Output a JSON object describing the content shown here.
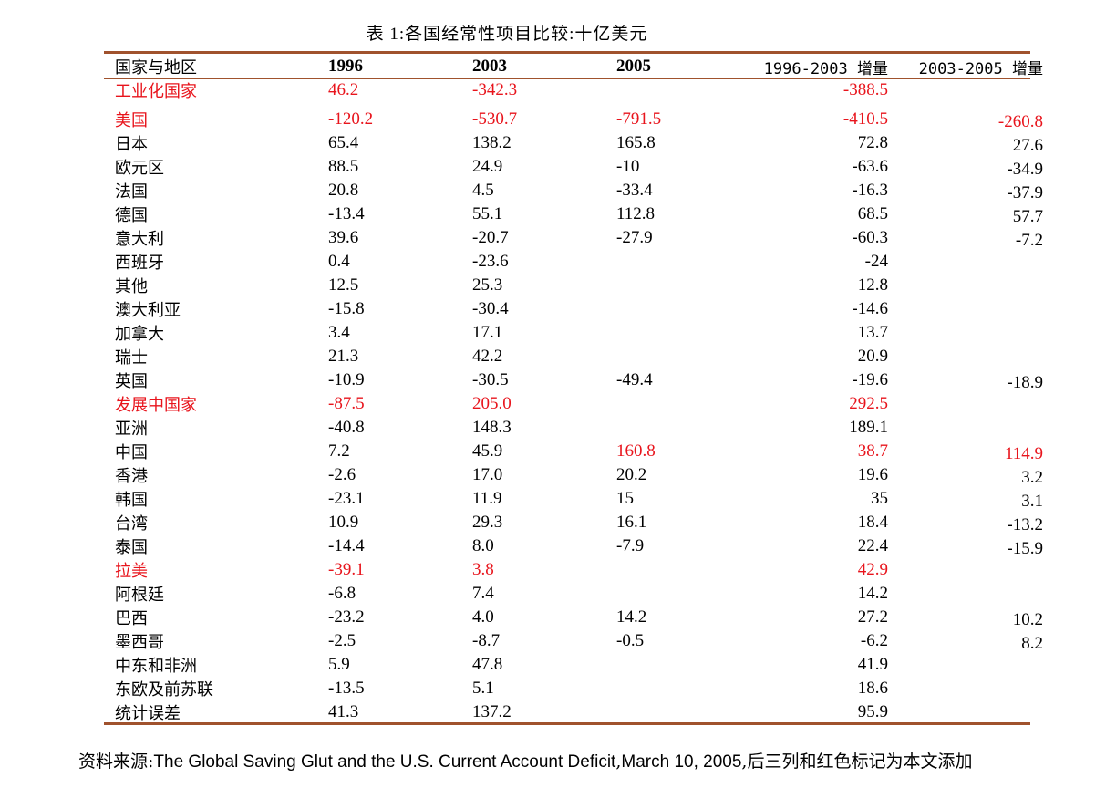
{
  "title": "表 1:各国经常性项目比较:十亿美元",
  "columns": [
    "国家与地区",
    "1996",
    "2003",
    "2005",
    "1996-2003 增量",
    "2003-2005 增量"
  ],
  "rows": [
    {
      "cells": [
        "工业化国家",
        "46.2",
        "-342.3",
        "",
        "-388.5",
        ""
      ],
      "red": true
    },
    {
      "cells": [
        "美国",
        "-120.2",
        "-530.7",
        "-791.5",
        "-410.5",
        "-260.8"
      ],
      "red": true
    },
    {
      "cells": [
        "日本",
        "65.4",
        "138.2",
        "165.8",
        "72.8",
        "27.6"
      ],
      "red": false
    },
    {
      "cells": [
        "欧元区",
        "88.5",
        "24.9",
        "-10",
        "-63.6",
        "-34.9"
      ],
      "red": false
    },
    {
      "cells": [
        "法国",
        "20.8",
        "4.5",
        "-33.4",
        "-16.3",
        "-37.9"
      ],
      "red": false
    },
    {
      "cells": [
        "德国",
        "-13.4",
        "55.1",
        "112.8",
        "68.5",
        "57.7"
      ],
      "red": false
    },
    {
      "cells": [
        "意大利",
        "39.6",
        "-20.7",
        "-27.9",
        "-60.3",
        "-7.2"
      ],
      "red": false
    },
    {
      "cells": [
        "西班牙",
        "0.4",
        "-23.6",
        "",
        "-24",
        ""
      ],
      "red": false
    },
    {
      "cells": [
        "其他",
        "12.5",
        "25.3",
        "",
        "12.8",
        ""
      ],
      "red": false
    },
    {
      "cells": [
        "澳大利亚",
        "-15.8",
        "-30.4",
        "",
        "-14.6",
        ""
      ],
      "red": false
    },
    {
      "cells": [
        "加拿大",
        "3.4",
        "17.1",
        "",
        "13.7",
        ""
      ],
      "red": false
    },
    {
      "cells": [
        "瑞士",
        "21.3",
        "42.2",
        "",
        "20.9",
        ""
      ],
      "red": false
    },
    {
      "cells": [
        "英国",
        "-10.9",
        "-30.5",
        "-49.4",
        "-19.6",
        "-18.9"
      ],
      "red": false
    },
    {
      "cells": [
        "发展中国家",
        "-87.5",
        "205.0",
        "",
        "292.5",
        ""
      ],
      "red": true
    },
    {
      "cells": [
        "亚洲",
        "-40.8",
        "148.3",
        "",
        "189.1",
        ""
      ],
      "red": false
    },
    {
      "cells": [
        "中国",
        "7.2",
        "45.9",
        "160.8",
        "38.7",
        "114.9"
      ],
      "red": false,
      "red_from": 3
    },
    {
      "cells": [
        "香港",
        "-2.6",
        "17.0",
        "20.2",
        "19.6",
        "3.2"
      ],
      "red": false
    },
    {
      "cells": [
        "韩国",
        "-23.1",
        "11.9",
        "15",
        "35",
        "3.1"
      ],
      "red": false
    },
    {
      "cells": [
        "台湾",
        "10.9",
        "29.3",
        "16.1",
        "18.4",
        "-13.2"
      ],
      "red": false
    },
    {
      "cells": [
        "泰国",
        "-14.4",
        "8.0",
        "-7.9",
        "22.4",
        "-15.9"
      ],
      "red": false
    },
    {
      "cells": [
        "拉美",
        "-39.1",
        "3.8",
        "",
        "42.9",
        ""
      ],
      "red": true
    },
    {
      "cells": [
        "阿根廷",
        "-6.8",
        "7.4",
        "",
        "14.2",
        ""
      ],
      "red": false
    },
    {
      "cells": [
        "巴西",
        "-23.2",
        "4.0",
        "14.2",
        "27.2",
        "10.2"
      ],
      "red": false
    },
    {
      "cells": [
        "墨西哥",
        "-2.5",
        "-8.7",
        "-0.5",
        "-6.2",
        "8.2"
      ],
      "red": false
    },
    {
      "cells": [
        "中东和非洲",
        "5.9",
        "47.8",
        "",
        "41.9",
        ""
      ],
      "red": false
    },
    {
      "cells": [
        "东欧及前苏联",
        "-13.5",
        "5.1",
        "",
        "18.6",
        ""
      ],
      "red": false
    },
    {
      "cells": [
        "统计误差",
        "41.3",
        "137.2",
        "",
        "95.9",
        ""
      ],
      "red": false
    }
  ],
  "source": {
    "prefix": "资料来源:",
    "english": "The Global Saving Glut and the U.S. Current Account Deficit",
    "sep": ",",
    "date": "March 10, 2005",
    "suffix": ",后三列和红色标记为本文添加"
  },
  "colors": {
    "rule": "#a0522d",
    "highlight": "#e8141c"
  }
}
